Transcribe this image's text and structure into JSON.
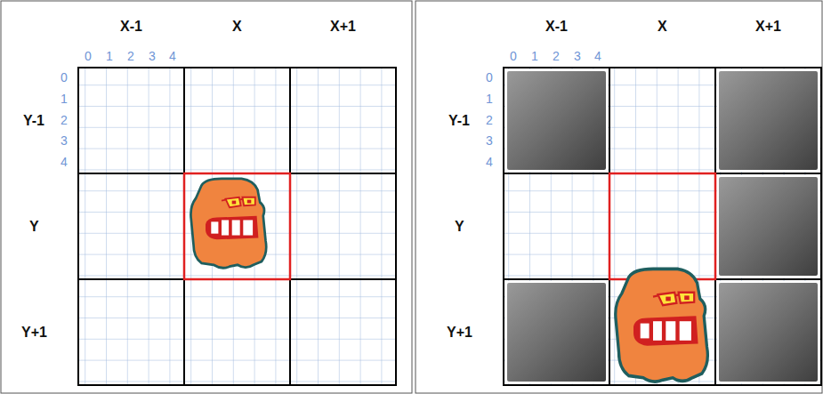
{
  "diagram": {
    "labels": [
      "X-1",
      "X",
      "X+1",
      "0",
      "1",
      "2",
      "3",
      "4",
      "0",
      "1",
      "2",
      "3",
      "4",
      "Y-1",
      "Y",
      "Y+1",
      "X-1",
      "X",
      "X+1",
      "0",
      "1",
      "2",
      "3",
      "4",
      "0",
      "1",
      "2",
      "3",
      "4",
      "Y-1",
      "Y",
      "Y+1"
    ]
  }
}
